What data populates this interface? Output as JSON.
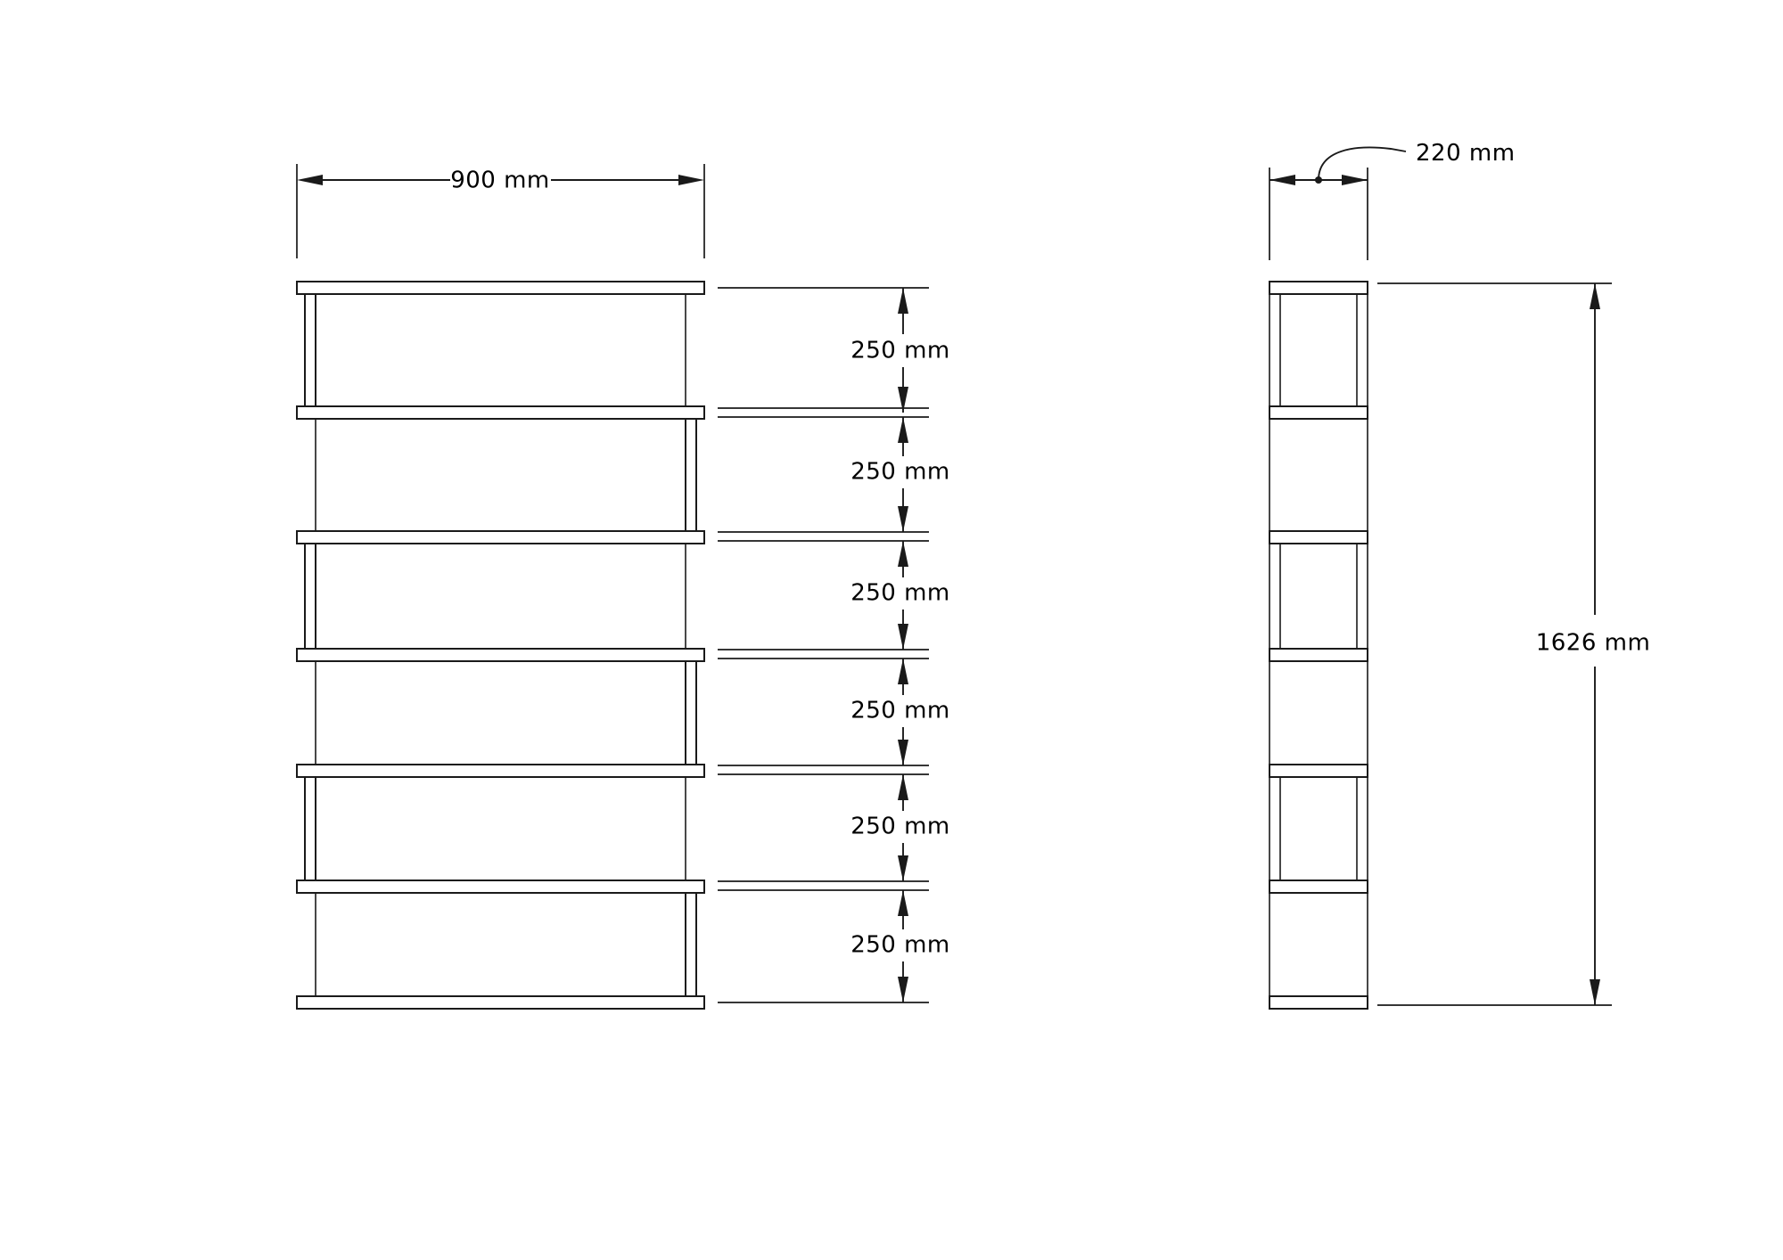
{
  "drawing": {
    "title": "Bookcase shelf unit technical drawing",
    "background_color": "#ffffff",
    "line_color": "#1a1a1a",
    "views": [
      {
        "name": "front-view",
        "label": ""
      },
      {
        "name": "side-view",
        "label": ""
      }
    ]
  },
  "dimensions": {
    "width": {
      "label": "900 mm",
      "value": 900,
      "unit": "mm",
      "orientation": "horizontal",
      "view": "front-view"
    },
    "depth": {
      "label": "220 mm",
      "value": 220,
      "unit": "mm",
      "orientation": "horizontal",
      "view": "side-view"
    },
    "height": {
      "label": "1626 mm",
      "value": 1626,
      "unit": "mm",
      "orientation": "vertical",
      "view": "side-view"
    },
    "shelf_spacings": [
      {
        "label": "250 mm",
        "value": 250,
        "unit": "mm",
        "index": 1
      },
      {
        "label": "250 mm",
        "value": 250,
        "unit": "mm",
        "index": 2
      },
      {
        "label": "250 mm",
        "value": 250,
        "unit": "mm",
        "index": 3
      },
      {
        "label": "250 mm",
        "value": 250,
        "unit": "mm",
        "index": 4
      },
      {
        "label": "250 mm",
        "value": 250,
        "unit": "mm",
        "index": 5
      },
      {
        "label": "250 mm",
        "value": 250,
        "unit": "mm",
        "index": 6
      }
    ]
  },
  "front_view": {
    "shelf_count": 7,
    "compartment_count": 6,
    "side_panel_alternation": "left, right, left, right, left, right"
  },
  "side_view": {
    "shelf_count": 7,
    "compartment_count": 6
  }
}
